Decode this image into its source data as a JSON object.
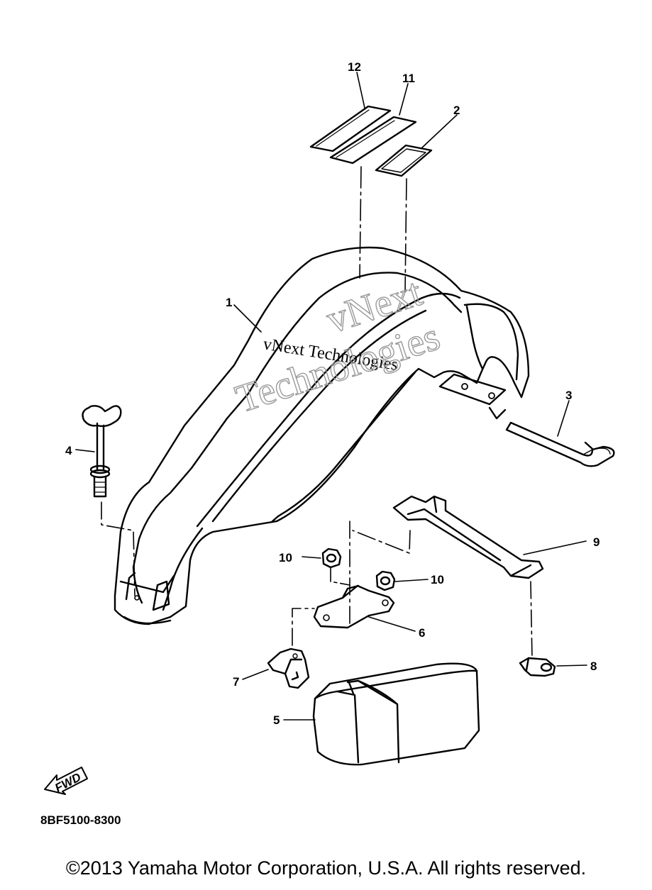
{
  "callouts": {
    "c1": "1",
    "c2": "2",
    "c3": "3",
    "c4": "4",
    "c5": "5",
    "c6": "6",
    "c7": "7",
    "c8": "8",
    "c9": "9",
    "c10a": "10",
    "c10b": "10",
    "c11": "11",
    "c12": "12"
  },
  "fwd_label": "FWD",
  "diagram_code": "8BF5100-8300",
  "watermark": {
    "line_small": "vNext Technologies",
    "outline_top": "vNext",
    "outline_bottom": "Technologies"
  },
  "copyright": "©2013 Yamaha Motor Corporation, U.S.A. All rights reserved.",
  "colors": {
    "ink": "#000000",
    "paper": "#ffffff",
    "watermark": "#9a9a9a"
  }
}
